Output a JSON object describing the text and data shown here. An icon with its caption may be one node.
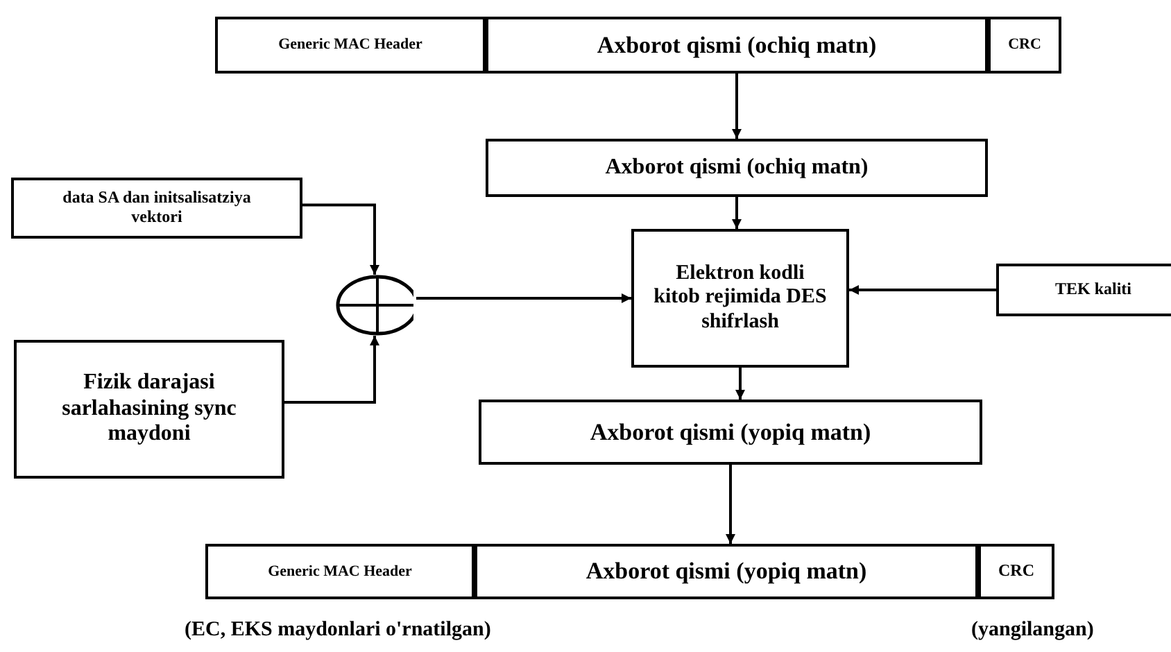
{
  "diagram": {
    "nodes": [
      {
        "text": [
          "Generic MAC Header"
        ]
      },
      {
        "text": [
          "Axborot qismi (ochiq matn)"
        ]
      },
      {
        "text": [
          "CRC"
        ]
      },
      {
        "text": [
          "Axborot qismi (ochiq matn)"
        ]
      },
      {
        "text": [
          "data SA dan initsalisatziya vektori"
        ]
      },
      {
        "text": [
          "Elektron kodli kitob rejimida DES shifrlash"
        ]
      },
      {
        "text": [
          "TEK kaliti"
        ]
      },
      {
        "text": [],
        "shape": "circle"
      },
      {
        "text": [
          "Fizik darajasi sarlahasining sync maydoni"
        ]
      },
      {
        "text": [
          "Axborot qismi (yopiq matn)"
        ]
      },
      {
        "text": [
          "Generic MAC Header"
        ]
      },
      {
        "text": [
          "Axborot qismi (yopiq matn)"
        ]
      },
      {
        "text": [
          "CRC"
        ]
      }
    ],
    "edges": [
      {
        "from": 1,
        "to": 3,
        "arrow": "to"
      },
      {
        "from": 3,
        "to": 5,
        "arrow": "to"
      },
      {
        "from": 4,
        "to": 7,
        "arrow": "to"
      },
      {
        "from": 8,
        "to": 7,
        "arrow": "to"
      },
      {
        "from": 7,
        "to": 5,
        "arrow": "to"
      },
      {
        "from": 6,
        "to": 5,
        "arrow": "to"
      },
      {
        "from": 5,
        "to": 9,
        "arrow": "to"
      },
      {
        "from": 9,
        "to": 11,
        "arrow": "to"
      }
    ],
    "labels": [
      "(EC, EKS maydonlari o'rnatilgan)",
      "(yangilangan)"
    ]
  }
}
